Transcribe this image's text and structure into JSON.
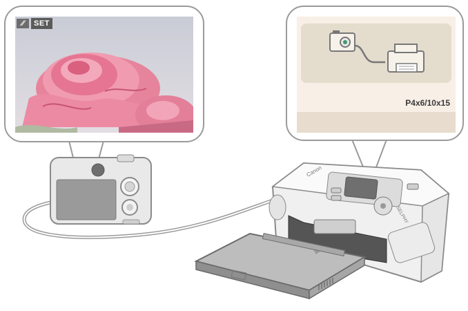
{
  "camera_screen": {
    "mode_icon": "tv-mode-icon",
    "set_label": "SET"
  },
  "printer_screen": {
    "paper_size": "P4x6/10x15"
  },
  "printer": {
    "brand_label": "Canon",
    "series_label": "SELPHY"
  },
  "colors": {
    "callout_border": "#9a9a9a",
    "printer_lcd_bg": "#f8efe7",
    "printer_panel": "#e4dccd",
    "rose_pink": "#e2718f"
  }
}
